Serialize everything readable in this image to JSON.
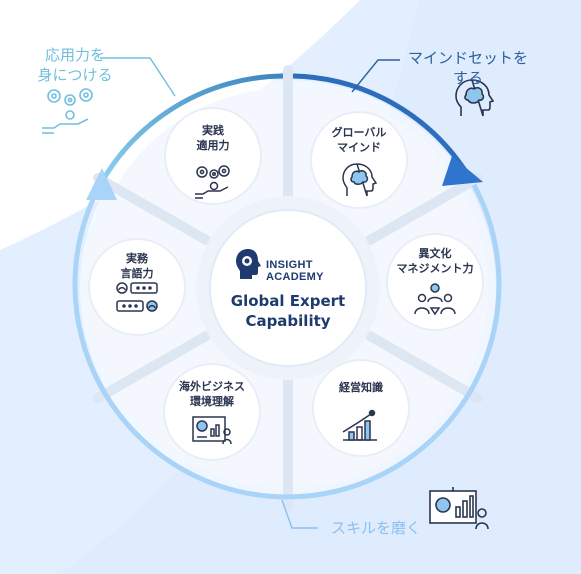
{
  "center": {
    "logo_line1": "INSIGHT",
    "logo_line2": "ACADEMY",
    "title_line1": "Global Expert",
    "title_line2": "Capability"
  },
  "nodes": [
    {
      "line1": "実践",
      "line2": "適用力",
      "icon": "gears-hand-icon"
    },
    {
      "line1": "グローバル",
      "line2": "マインド",
      "icon": "head-brain-icon"
    },
    {
      "line1": "異文化",
      "line2": "マネジメント力",
      "icon": "team-people-icon"
    },
    {
      "line1": "経営知識",
      "line2": "",
      "icon": "growth-chart-icon"
    },
    {
      "line1": "海外ビジネス",
      "line2": "環境理解",
      "icon": "presentation-board-icon"
    },
    {
      "line1": "実務",
      "line2": "言語力",
      "icon": "conversation-icon"
    }
  ],
  "outer": {
    "apply": {
      "line1": "応用力を",
      "line2": "身につける",
      "color": "#6fc0df",
      "icon": "gears-hand-icon"
    },
    "mindset": {
      "line1": "マインドセットを",
      "line2": "する",
      "color": "#2e5f9e",
      "icon": "head-brain-icon"
    },
    "skill": {
      "line1": "スキルを磨く",
      "color": "#8dbff0",
      "icon": "presentation-board-icon"
    }
  }
}
